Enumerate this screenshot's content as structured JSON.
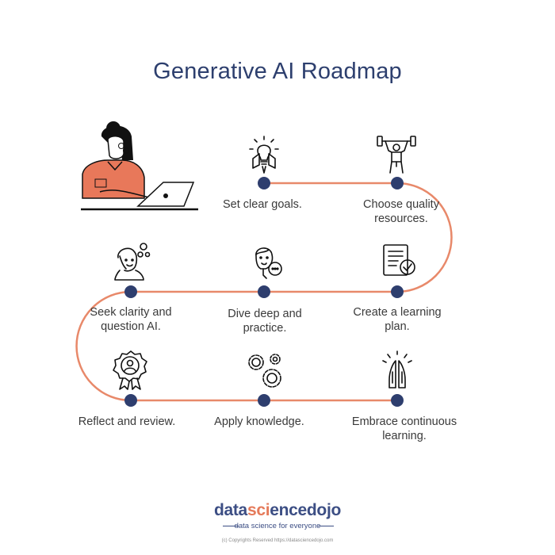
{
  "title": "Generative AI Roadmap",
  "colors": {
    "title": "#2d3f6e",
    "connector": "#e8896a",
    "node": "#2e3e6e",
    "accent": "#e57a5a",
    "text": "#3a3a3a"
  },
  "steps": [
    {
      "label": "Set clear goals.",
      "icon": "lightbulb-rocket-icon"
    },
    {
      "label": "Choose quality resources.",
      "icon": "weightlifter-icon"
    },
    {
      "label": "Create a learning plan.",
      "icon": "checklist-icon"
    },
    {
      "label": "Dive deep and practice.",
      "icon": "thinking-person-icon"
    },
    {
      "label": "Seek clarity and question AI.",
      "icon": "head-gears-icon"
    },
    {
      "label": "Reflect and review.",
      "icon": "award-badge-icon"
    },
    {
      "label": "Apply knowledge.",
      "icon": "gears-icon"
    },
    {
      "label": "Embrace continuous learning.",
      "icon": "praying-hands-icon"
    }
  ],
  "brand": {
    "part1": "data",
    "part2": "sci",
    "part3": "ence",
    "part4": "dojo",
    "tagline": "data science for everyone",
    "copyright": "(c) Copyrights Reserved  https://datasciencedojo.com"
  }
}
